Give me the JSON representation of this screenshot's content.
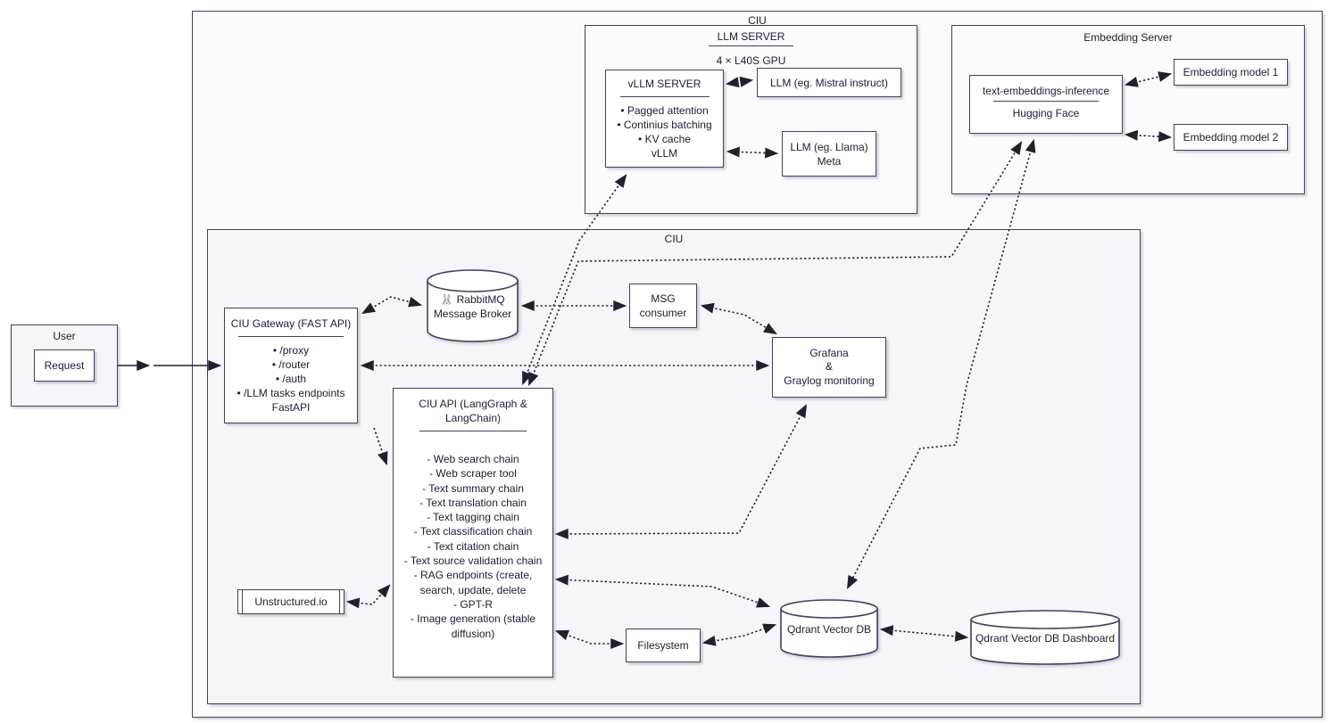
{
  "diagram": {
    "outer_label": "CIU",
    "inner_label": "CIU",
    "llm_server": {
      "title": "LLM SERVER",
      "subtitle": "4 × L40S GPU",
      "vllm": {
        "title": "vLLM SERVER",
        "items": [
          "• Pagged attention",
          "• Continius batching",
          "• KV cache",
          "vLLM"
        ]
      },
      "llm_mistral": "LLM (eg. Mistral instruct)",
      "llm_llama_line1": "LLM (eg. Llama)",
      "llm_llama_line2": "Meta"
    },
    "embedding_server": {
      "title": "Embedding Server",
      "tei_line1": "text-embeddings-inference",
      "tei_line2": "Hugging Face",
      "model1": "Embedding model 1",
      "model2": "Embedding model 2"
    },
    "user": {
      "title": "User",
      "request": "Request"
    },
    "gateway": {
      "title": "CIU Gateway (FAST API)",
      "items": [
        "• /proxy",
        "• /router",
        "• /auth",
        "• /LLM tasks endpoints",
        "FastAPI"
      ]
    },
    "rabbitmq": {
      "icon_char": "🐰",
      "line1": "RabbitMQ",
      "line2": "Message Broker"
    },
    "msg_consumer": {
      "line1": "MSG",
      "line2": "consumer"
    },
    "grafana": {
      "line1": "Grafana",
      "line2": "&",
      "line3": "Graylog monitoring"
    },
    "ciu_api": {
      "title_line1": "CIU API (LangGraph &",
      "title_line2": "LangChain)",
      "items": [
        "- Web search chain",
        "- Web scraper tool",
        "- Text summary chain",
        "- Text translation chain",
        "- Text tagging chain",
        "- Text classification chain",
        "- Text citation chain",
        "- Text source validation chain",
        "- RAG endpoints (create,",
        "search, update, delete",
        "- GPT-R",
        "- Image generation (stable",
        "diffusion)"
      ]
    },
    "unstructured": "Unstructured.io",
    "filesystem": "Filesystem",
    "qdrant": "Qdrant Vector DB",
    "qdrant_dashboard": "Qdrant Vector DB Dashboard"
  },
  "colors": {
    "border": "#41415f",
    "text": "#1d1d33",
    "arrow": "#20202f",
    "outer_fill": "#fafbfd",
    "inner_fill": "#f5f6f9",
    "box_fill": "#ffffff"
  }
}
